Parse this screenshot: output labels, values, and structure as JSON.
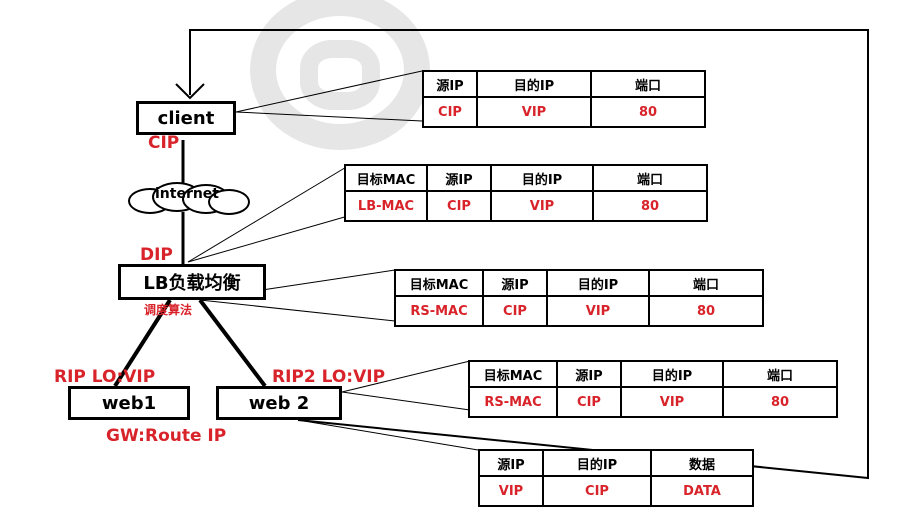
{
  "nodes": {
    "client": "client",
    "internet": "internet",
    "lb": "LB负载均衡",
    "web1": "web1",
    "web2": "web 2"
  },
  "labels": {
    "cip": "CIP",
    "dip": "DIP",
    "scheduler": "调度算法",
    "rip_lo": "RIP LO:VIP",
    "rip2_lo": "RIP2 LO:VIP",
    "gateway": "GW:Route IP"
  },
  "tables": {
    "t1": {
      "headers": [
        "源IP",
        "目的IP",
        "端口"
      ],
      "values": [
        "CIP",
        "VIP",
        "80"
      ]
    },
    "t2": {
      "headers": [
        "目标MAC",
        "源IP",
        "目的IP",
        "端口"
      ],
      "values": [
        "LB-MAC",
        "CIP",
        "VIP",
        "80"
      ]
    },
    "t3": {
      "headers": [
        "目标MAC",
        "源IP",
        "目的IP",
        "端口"
      ],
      "values": [
        "RS-MAC",
        "CIP",
        "VIP",
        "80"
      ]
    },
    "t4": {
      "headers": [
        "目标MAC",
        "源IP",
        "目的IP",
        "端口"
      ],
      "values": [
        "RS-MAC",
        "CIP",
        "VIP",
        "80"
      ]
    },
    "t5": {
      "headers": [
        "源IP",
        "目的IP",
        "数据"
      ],
      "values": [
        "VIP",
        "CIP",
        "DATA"
      ]
    }
  },
  "colors": {
    "accent": "#d8232a",
    "line": "#000000",
    "watermark": "#e6e6e6"
  }
}
